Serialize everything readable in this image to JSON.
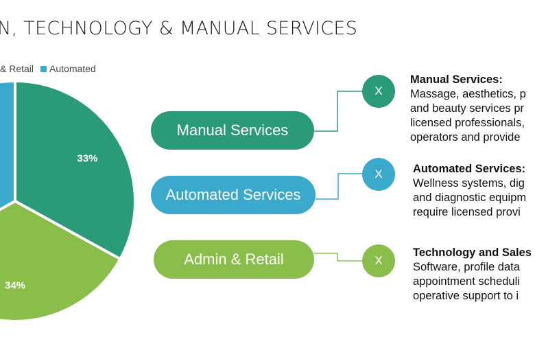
{
  "title": "N, TECHNOLOGY & MANUAL SERVICES",
  "colors": {
    "manual": "#2b9a78",
    "automated": "#3aa9cc",
    "admin": "#8bbd4a"
  },
  "chart_data": {
    "type": "pie",
    "legend_position": "top-left",
    "legend": [
      "& Retail",
      "Automated"
    ],
    "slices": [
      {
        "category": "Manual Services",
        "value": 33,
        "label": "33%",
        "color": "#2b9a78"
      },
      {
        "category": "Admin & Retail",
        "value": 34,
        "label": "34%",
        "color": "#8bbd4a"
      },
      {
        "category": "Automated Services",
        "value": 33,
        "label": "",
        "color": "#3aa9cc"
      }
    ]
  },
  "services": [
    {
      "pill": "Manual Services",
      "marker": "X",
      "heading": "Manual Services:",
      "lines": [
        "Massage, aesthetics, p",
        "and beauty services pr",
        "licensed professionals,",
        "operators and provide"
      ]
    },
    {
      "pill": "Automated Services",
      "marker": "X",
      "heading": "Automated Services:",
      "lines": [
        "Wellness systems, dig",
        "and diagnostic equipm",
        "require licensed provi"
      ]
    },
    {
      "pill": "Admin & Retail",
      "marker": "X",
      "heading": "Technology and Sales",
      "lines": [
        "Software, profile data",
        "appointment scheduli",
        "operative support to i"
      ]
    }
  ]
}
